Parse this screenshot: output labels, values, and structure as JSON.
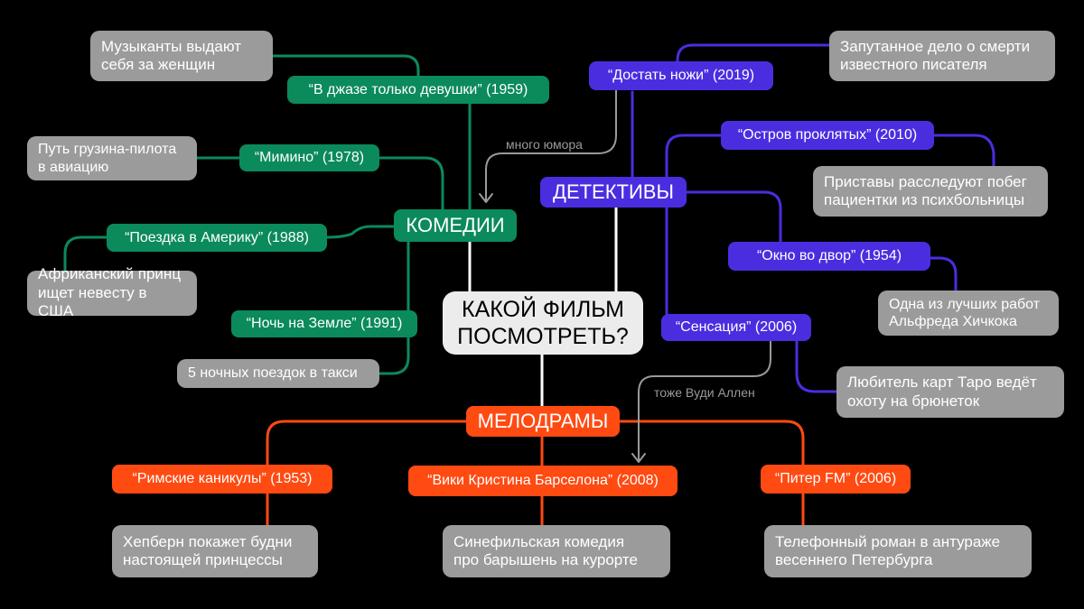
{
  "center": {
    "label": "КАКОЙ ФИЛЬМ\nПОСМОТРЕТЬ?"
  },
  "categories": {
    "comedies": "КОМЕДИИ",
    "detectives": "ДЕТЕКТИВЫ",
    "melodramas": "МЕЛОДРАМЫ"
  },
  "comedies": [
    {
      "title": "“В джазе только девушки” (1959)",
      "desc": "Музыканты выдают\nсебя за женщин"
    },
    {
      "title": "“Мимино” (1978)",
      "desc": "Путь грузина-пилота\nв  авиацию"
    },
    {
      "title": "“Поездка в Америку” (1988)",
      "desc": "Африканский принц\nищет невесту в США"
    },
    {
      "title": "“Ночь на Земле” (1991)",
      "desc": "5 ночных поездок в такси"
    }
  ],
  "detectives": [
    {
      "title": "“Достать ножи” (2019)",
      "desc": "Запутанное дело о смерти\nизвестного писателя"
    },
    {
      "title": "“Остров проклятых” (2010)",
      "desc": "Приставы расследуют побег\nпациентки из психбольницы"
    },
    {
      "title": "“Окно во двор” (1954)",
      "desc": "Одна из лучших работ\nАльфреда Хичкока"
    },
    {
      "title": "“Сенсация” (2006)",
      "desc": "Любитель карт Таро ведёт\nохоту на брюнеток"
    }
  ],
  "melodramas": [
    {
      "title": "“Римские каникулы” (1953)",
      "desc": "Хепберн покажет будни\nнастоящей принцессы"
    },
    {
      "title": "“Вики Кристина Барселона” (2008)",
      "desc": "Синефильская комедия\nпро барышень на курорте"
    },
    {
      "title": "“Питер FM” (2006)",
      "desc": "Телефонный роман в антураже\nвесеннего Петербурга"
    }
  ],
  "notes": {
    "humor": "много юмора",
    "allen": "тоже Вуди Аллен"
  },
  "colors": {
    "comedies": "#0b8a5c",
    "detectives": "#4b2de0",
    "melodramas": "#ff4a12",
    "center_link": "#ffffff",
    "note_arrow": "#9a9a9a"
  }
}
